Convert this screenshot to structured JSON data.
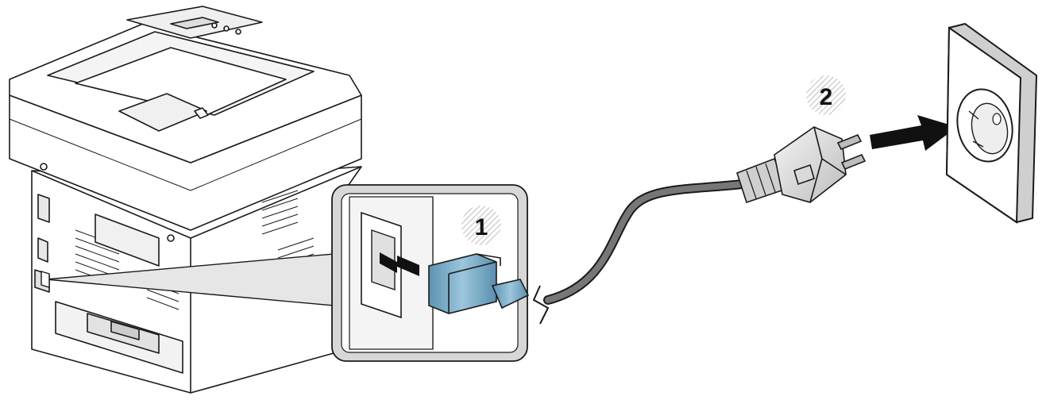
{
  "steps": [
    {
      "number": "1",
      "description_icon": "power-cord-to-printer"
    },
    {
      "number": "2",
      "description_icon": "plug-to-wall-outlet"
    }
  ],
  "colors": {
    "outline": "#1a1a1a",
    "printer_fill": "#ffffff",
    "printer_shade": "#e6e6e6",
    "callout_fill": "#dcdcdc",
    "callout_inner": "#ffffff",
    "connector_blue": "#7fb0cc",
    "connector_blue_dark": "#4f86a6",
    "cable_gray": "#6f6f6f",
    "plug_gray": "#e2e2e2",
    "arrow": "#111111",
    "badge_hatch": "#cfcfcf"
  },
  "icons": {
    "printer": "multifunction-printer-icon",
    "connector": "iec-power-connector-icon",
    "plug": "schuko-plug-icon",
    "outlet": "wall-outlet-icon",
    "arrow": "insert-arrow-icon"
  }
}
